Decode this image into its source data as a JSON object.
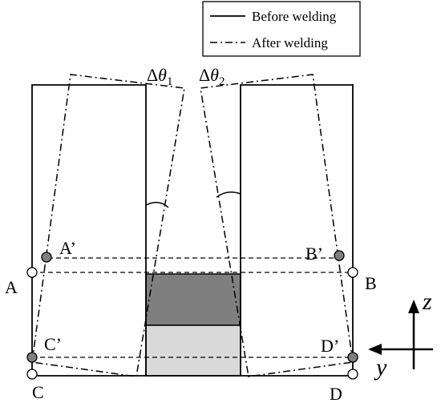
{
  "legend": {
    "before_label": "Before welding",
    "after_label": "After welding"
  },
  "angle_labels": {
    "theta1": {
      "delta": "Δ",
      "symbol": "θ",
      "sub": "1"
    },
    "theta2": {
      "delta": "Δ",
      "symbol": "θ",
      "sub": "2"
    }
  },
  "points": {
    "A": "A",
    "B": "B",
    "C": "C",
    "D": "D",
    "A_prime": "A’",
    "B_prime": "B’",
    "C_prime": "C’",
    "D_prime": "D’"
  },
  "axes": {
    "z": "z",
    "y": "y"
  },
  "colors": {
    "line": "#000000",
    "weld_dark": "#7f7f7f",
    "weld_light": "#d9d9d9",
    "marker_filled": "#7f7f7f",
    "marker_open": "#ffffff"
  }
}
